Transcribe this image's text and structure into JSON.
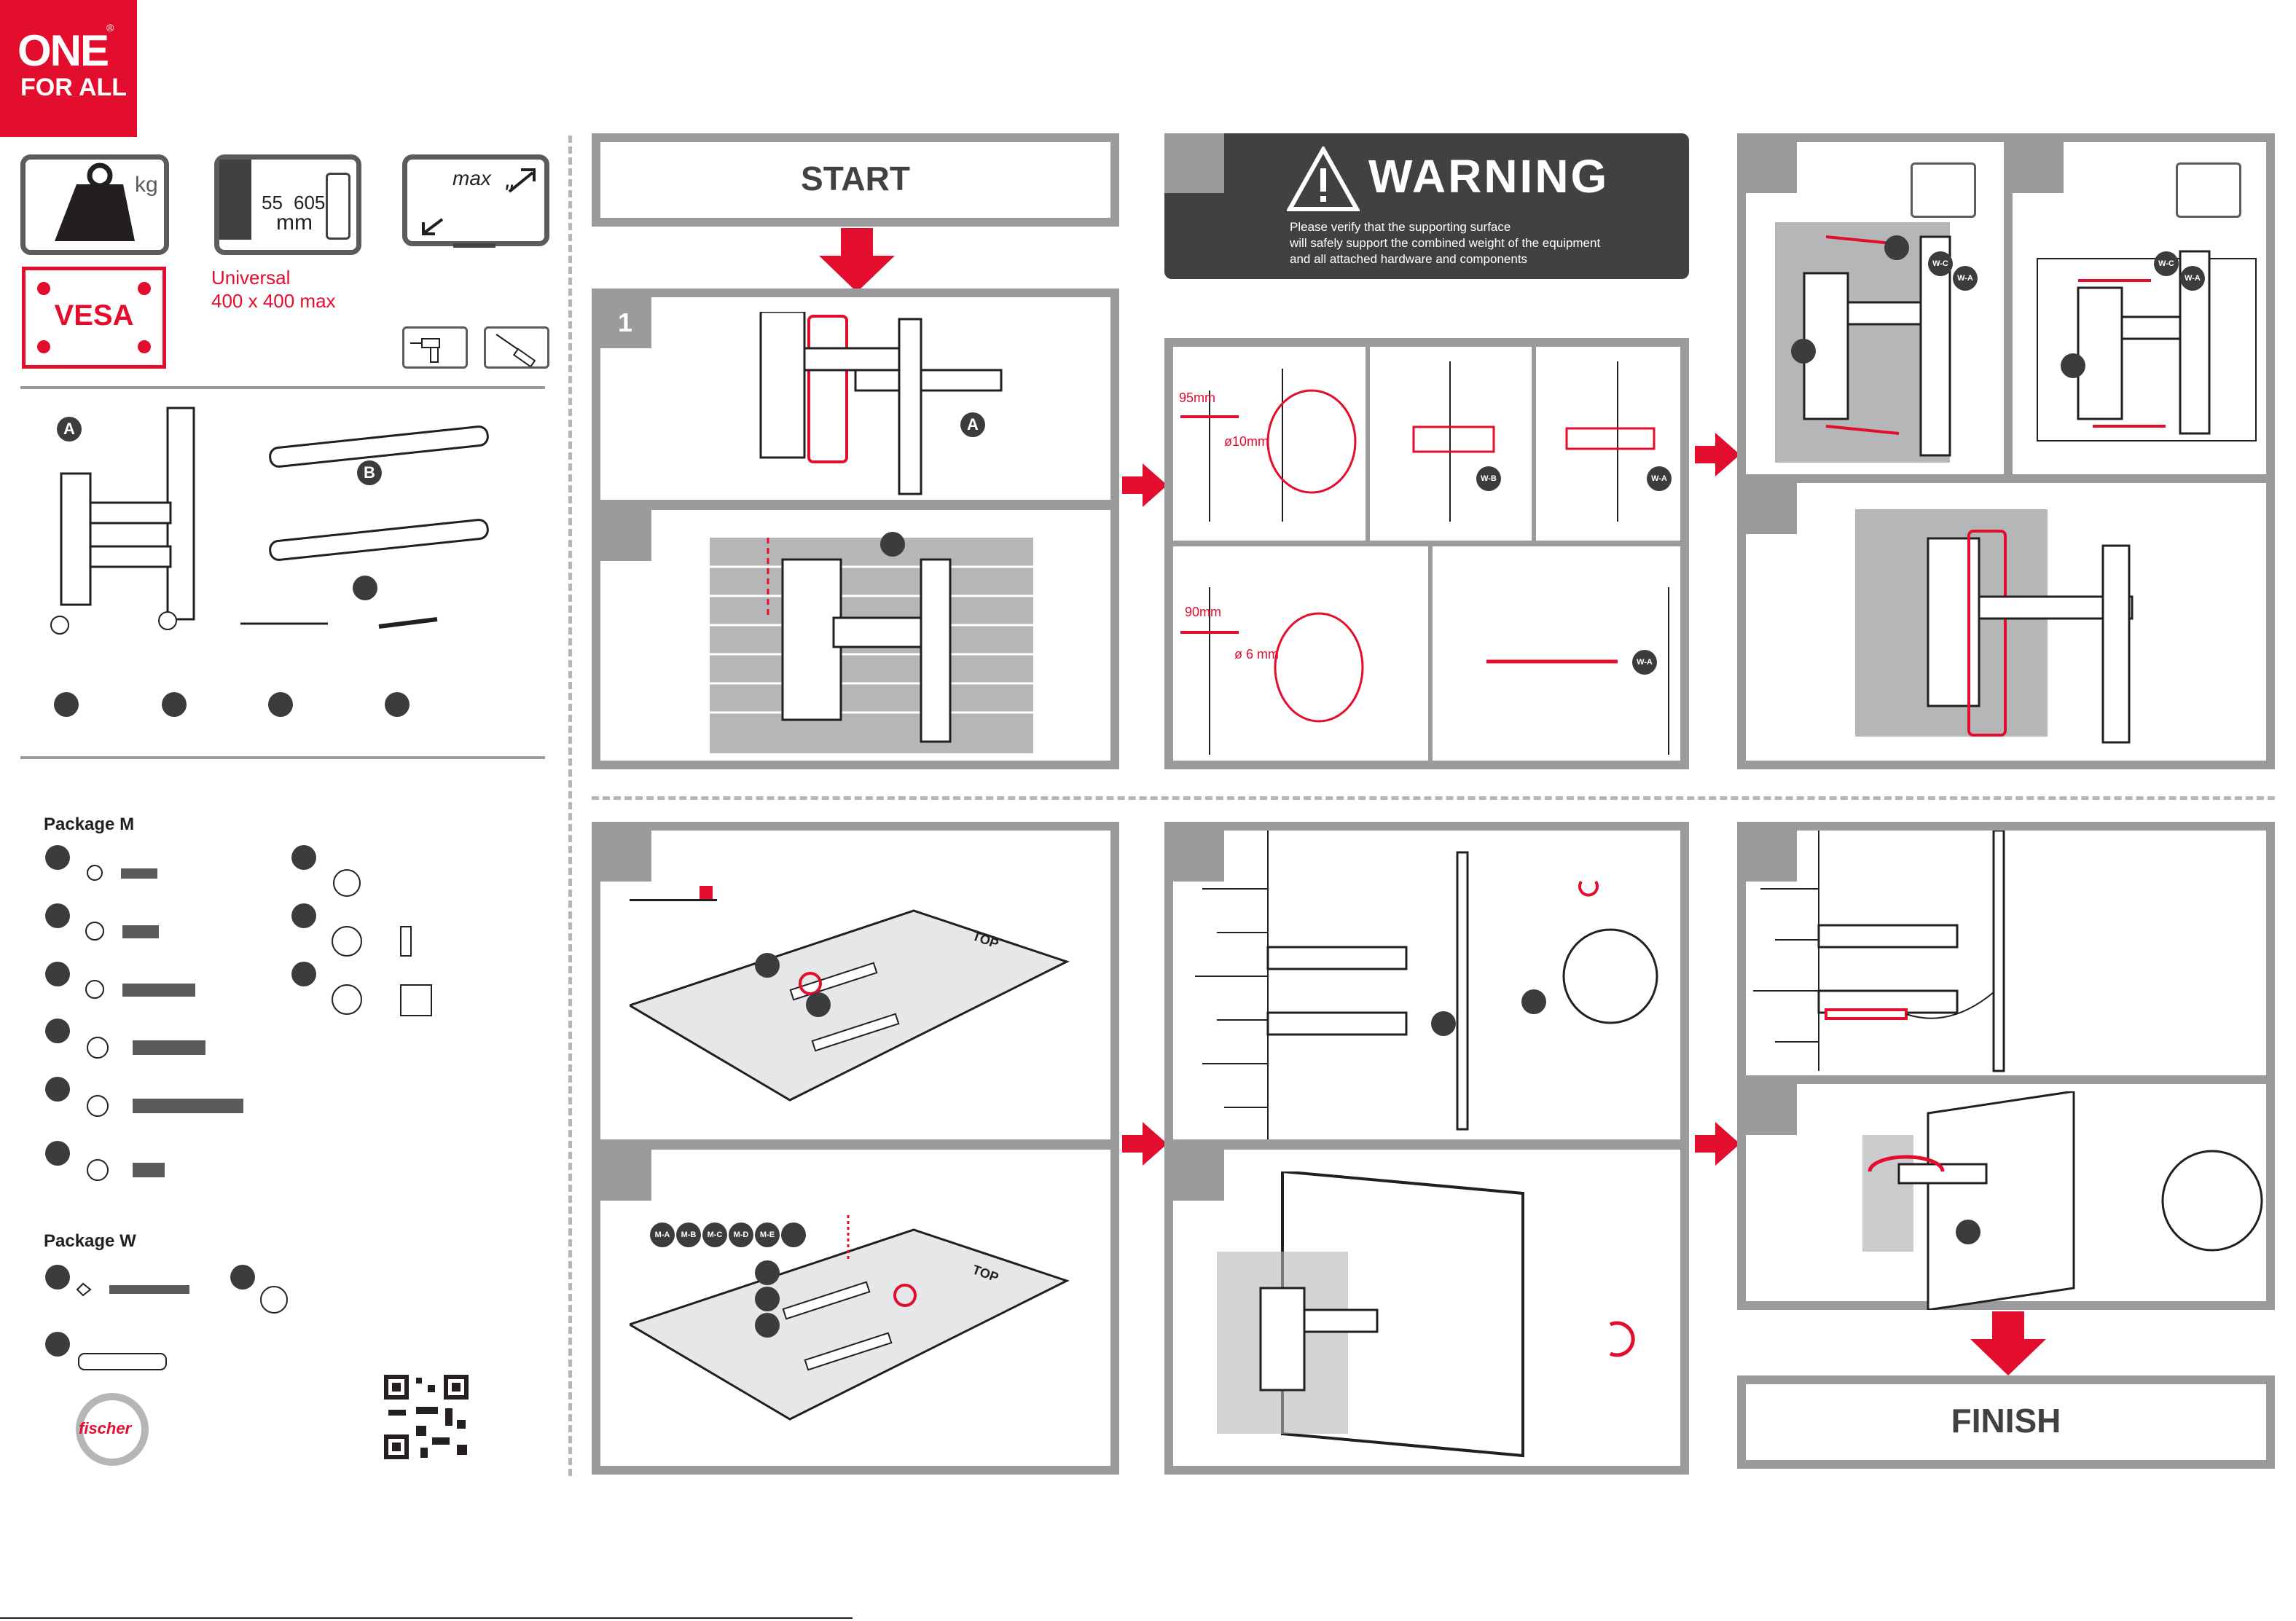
{
  "brand": {
    "line1": "ONE",
    "line2": "FOR ALL",
    "reg": "®"
  },
  "specs": {
    "weight_unit": "kg",
    "size_min": "55",
    "size_max": "605",
    "size_unit": "mm",
    "screen_max": "max",
    "screen_inch": "\"",
    "vesa_label": "VESA",
    "vesa_desc_1": "Universal",
    "vesa_desc_2": "400 x 400 max"
  },
  "parts": {
    "A": "A",
    "B": "B"
  },
  "packages": {
    "m_title": "Package M",
    "w_title": "Package W"
  },
  "fischer_label": "fischer",
  "banners": {
    "start": "START",
    "finish": "FINISH"
  },
  "warning": {
    "title": "WARNING",
    "line1": "Please verify that the supporting surface",
    "line2": "will safely support the combined weight of the equipment",
    "line3": "and all attached hardware and components"
  },
  "steps": {
    "step1": "1"
  },
  "drill": {
    "depth1": "95mm",
    "dia1": "ø10mm",
    "depth2": "90mm",
    "dia2": "ø 6 mm"
  },
  "labels": {
    "wa": "W-A",
    "wb": "W-B",
    "wc": "W-C",
    "ma": "M-A",
    "mb": "M-B",
    "mc": "M-C",
    "md": "M-D",
    "me": "M-E",
    "top": "TOP"
  },
  "colors": {
    "accent": "#e30d2d",
    "frame": "#9a9b9d",
    "dark": "#414042"
  }
}
